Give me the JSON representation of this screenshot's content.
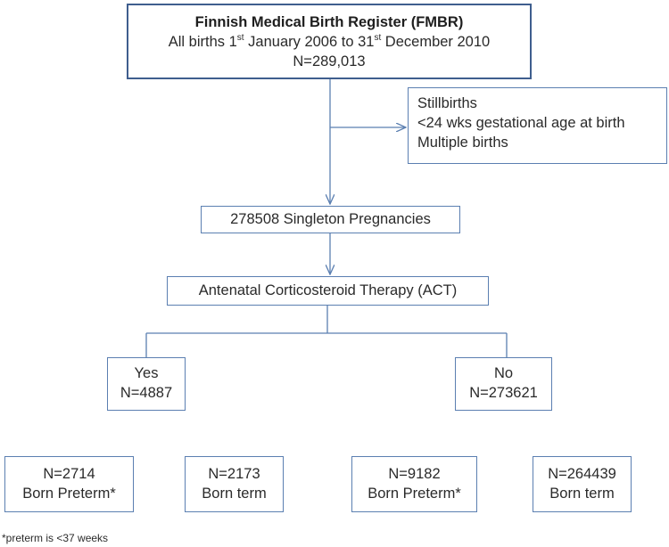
{
  "fmbr": {
    "title": "Finnish Medical Birth Register (FMBR)",
    "period_start": "All births 1",
    "start_suffix": "st",
    "period_mid": " January 2006 to 31",
    "end_suffix": "st",
    "period_end": " December 2010",
    "count": "N=289,013"
  },
  "exclusions": [
    "Stillbirths",
    "<24 wks gestational age at birth",
    "Multiple births"
  ],
  "singleton": "278508 Singleton Pregnancies",
  "act": "Antenatal Corticosteroid Therapy (ACT)",
  "groups": {
    "yes": {
      "label": "Yes",
      "count": "N=4887"
    },
    "no": {
      "label": "No",
      "count": "N=273621"
    }
  },
  "outcomes": [
    {
      "count": "N=2714",
      "label": "Born Preterm*"
    },
    {
      "count": "N=2173",
      "label": "Born term"
    },
    {
      "count": "N=9182",
      "label": "Born Preterm*"
    },
    {
      "count": "N=264439",
      "label": "Born term"
    }
  ],
  "footnote": "*preterm is <37 weeks",
  "colors": {
    "connector": "#5b7fb1",
    "box_border": "#5b7fb1",
    "main_border": "#3f5e8e"
  }
}
